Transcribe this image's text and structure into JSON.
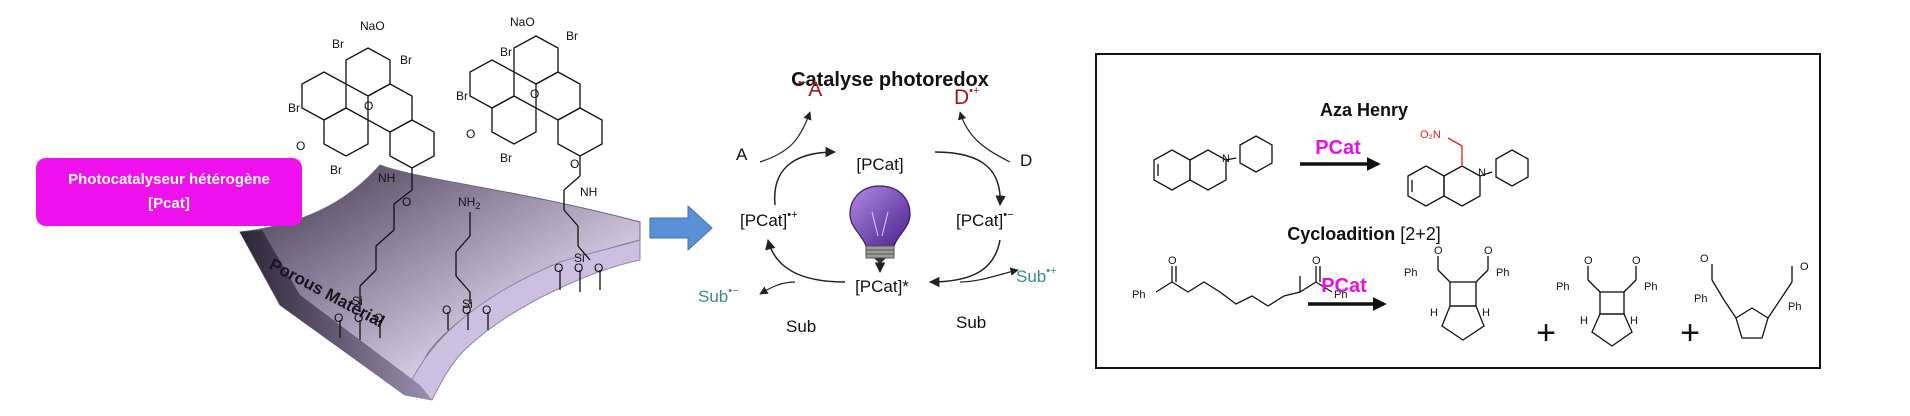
{
  "material": {
    "badge_line1": "Photocatalyseur hétérogène",
    "badge_line2": "[Pcat]",
    "surface_label": "Porous Material",
    "dye_labels": {
      "nao": "NaO",
      "br": "Br",
      "o": "O",
      "nh": "NH",
      "nh2": "NH",
      "nh2_sub": "2",
      "si": "Si"
    }
  },
  "cycle": {
    "title": "Catalyse photoredox",
    "center": "[PCat]",
    "left_state": "[PCat]",
    "left_state_sup": "•+",
    "right_state": "[PCat]",
    "right_state_sup": "•−",
    "excited": "[PCat]*",
    "acceptor": "A",
    "acceptor_radical": "A",
    "acceptor_radical_sup": "•−",
    "donor": "D",
    "donor_radical": "D",
    "donor_radical_sup": "•+",
    "sub_left": "Sub",
    "sub_left_radical": "Sub",
    "sub_left_radical_sup": "•−",
    "sub_right": "Sub",
    "sub_right_radical": "Sub",
    "sub_right_radical_sup": "•+"
  },
  "reactions": {
    "aza_henry": {
      "title": "Aza Henry",
      "catalyst": "PCat",
      "nitro": "O₂N",
      "n": "N"
    },
    "cycloaddition": {
      "title": "Cycloadition",
      "title_suffix": "[2+2]",
      "catalyst": "PCat",
      "ph": "Ph",
      "o": "O",
      "h": "H",
      "plus": "+"
    }
  },
  "colors": {
    "badge": "#ee11ee",
    "catalyst_text": "#e512e5",
    "radical_red": "#a01818",
    "radical_teal": "#3c8a8a",
    "arrow_blue": "#5b8fd6",
    "nitro_red": "#e02020",
    "bulb_purple": "#6a3aa8"
  },
  "icons": [
    "lightbulb-icon",
    "right-arrow-icon"
  ]
}
